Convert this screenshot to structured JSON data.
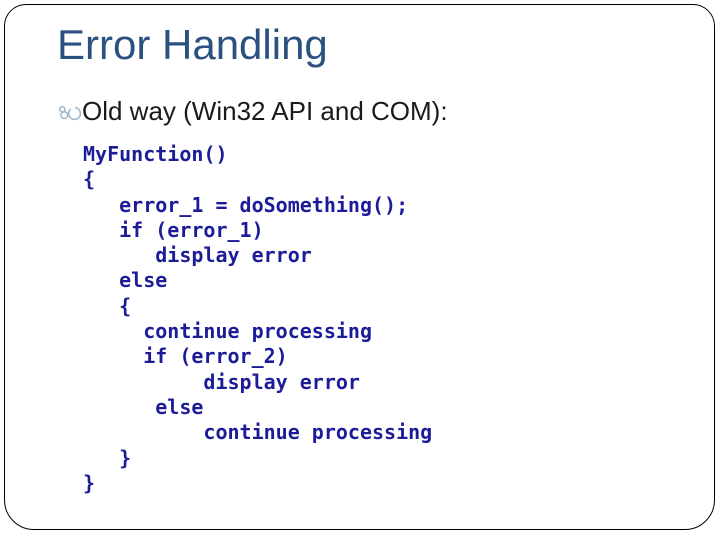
{
  "slide": {
    "title": "Error Handling",
    "bullet": {
      "icon": "swirl-bullet-icon",
      "text": "Old way (Win32 API and COM):"
    },
    "code": {
      "lines": [
        "MyFunction()",
        "{",
        "   error_1 = doSomething();",
        "   if (error_1)",
        "      display error",
        "   else",
        "   {",
        "     continue processing",
        "     if (error_2)",
        "          display error",
        "      else",
        "          continue processing",
        "   }",
        "}"
      ]
    },
    "colors": {
      "background": "#FFFFFF",
      "frame_border": "#000000",
      "title_text": "#2A517F",
      "body_text": "#1A1A1A",
      "code_text": "#1C1C99",
      "bullet_icon": "#9FB6CC"
    }
  }
}
